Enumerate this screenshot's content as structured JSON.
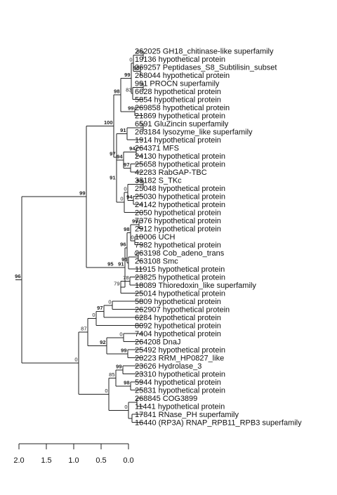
{
  "tree": {
    "leaves": [
      "262025 GH18_chitinase-like superfamily",
      "19136 hypothetical protein",
      "269257 Peptidases_S8_Subtilisin_subset",
      "268044 hypothetical protein",
      "991 PROCN superfamily",
      "6628 hypothetical protein",
      "5854 hypothetical protein",
      "269858 hypothetical protein",
      "21869 hypothetical protein",
      "6591 GluZincin superfamily",
      "263184 lysozyme_like superfamily",
      "1914 hypothetical protein",
      "264371 MFS",
      "24130 hypothetical protein",
      "25658 hypothetical protein",
      "42283 RabGAP-TBC",
      "33182 S_TKc",
      "25048 hypothetical protein",
      "25030 hypothetical protein",
      "24142 hypothetical protein",
      "2050 hypothetical protein",
      "7376 hypothetical protein",
      "2912 hypothetical protein",
      "10006 UCH",
      "7982 hypothetical protein",
      "263198 Cob_adeno_trans",
      "263108 Smc",
      "11915 hypothetical protein",
      "23825 hypothetical protein",
      "18089 Thioredoxin_like superfamily",
      "25014 hypothetical protein",
      "5809 hypothetical protein",
      "262907 hypothetical protein",
      "6284 hypothetical protein",
      "8092 hypothetical protein",
      "7404 hypothetical protein",
      "264208 DnaJ",
      "25492 hypothetical protein",
      "20223 RRM_HP0827_like",
      "23626 Hydrolase_3",
      "23310 hypothetical protein",
      "5944 hypothetical protein",
      "25831 hypothetical protein",
      "268845 COG3899",
      "11441 hypothetical protein",
      "17841 RNase_PH superfamily",
      "16440 (RP3A) RNAP_RPB11_RPB3 superfamily"
    ],
    "support_values": [
      {
        "label": "96",
        "bold": true
      },
      {
        "label": "99",
        "bold": true
      },
      {
        "label": "100",
        "bold": true
      },
      {
        "label": "98",
        "bold": true
      },
      {
        "label": "99",
        "bold": true
      },
      {
        "label": "0",
        "bold": false
      },
      {
        "label": "88",
        "bold": false
      },
      {
        "label": "93",
        "bold": true
      },
      {
        "label": "83",
        "bold": false
      },
      {
        "label": "0",
        "bold": false
      },
      {
        "label": "99",
        "bold": true
      },
      {
        "label": "97",
        "bold": true
      },
      {
        "label": "91",
        "bold": true
      },
      {
        "label": "0",
        "bold": false
      },
      {
        "label": "91",
        "bold": true
      },
      {
        "label": "94",
        "bold": true
      },
      {
        "label": "94",
        "bold": true
      },
      {
        "label": "97",
        "bold": true
      },
      {
        "label": "0",
        "bold": false
      },
      {
        "label": "0",
        "bold": false
      },
      {
        "label": "96",
        "bold": true
      },
      {
        "label": "94",
        "bold": true
      },
      {
        "label": "95",
        "bold": true
      },
      {
        "label": "91",
        "bold": true
      },
      {
        "label": "96",
        "bold": true
      },
      {
        "label": "98",
        "bold": true
      },
      {
        "label": "99",
        "bold": true
      },
      {
        "label": "0",
        "bold": false
      },
      {
        "label": "95",
        "bold": true
      },
      {
        "label": "0",
        "bold": false
      },
      {
        "label": "79",
        "bold": false
      },
      {
        "label": "78",
        "bold": false
      },
      {
        "label": "0",
        "bold": false
      },
      {
        "label": "87",
        "bold": false
      },
      {
        "label": "0",
        "bold": false
      },
      {
        "label": "97",
        "bold": true
      },
      {
        "label": "0",
        "bold": false
      },
      {
        "label": "92",
        "bold": true
      },
      {
        "label": "0",
        "bold": false
      },
      {
        "label": "99",
        "bold": true
      },
      {
        "label": "0",
        "bold": false
      },
      {
        "label": "85",
        "bold": false
      },
      {
        "label": "99",
        "bold": true
      },
      {
        "label": "98",
        "bold": true
      },
      {
        "label": "0",
        "bold": false
      }
    ],
    "scale": {
      "ticks": [
        "2.0",
        "1.5",
        "1.0",
        "0.5",
        "0.0"
      ]
    },
    "colors": {
      "line": "#222222",
      "text": "#111111"
    }
  }
}
